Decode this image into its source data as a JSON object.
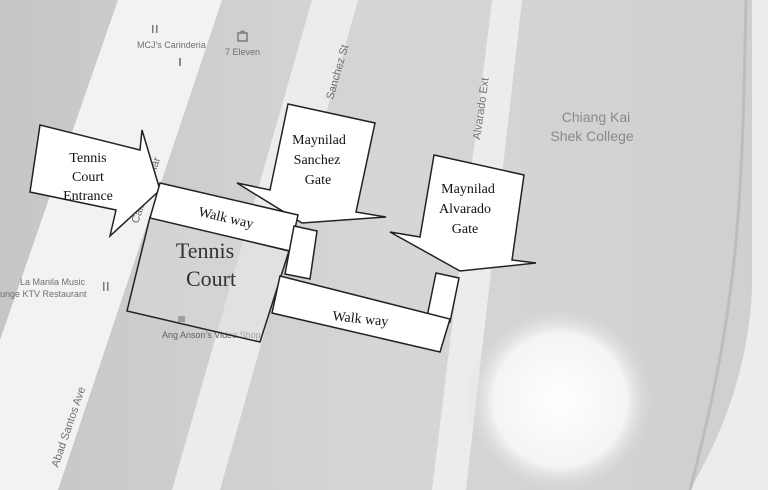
{
  "map": {
    "streets": {
      "abad_santos": "Abad Santos Ave",
      "calle_palomar": "Calle Palomar",
      "sanchez": "Sanchez St",
      "alvarado": "Alvarado Ext"
    },
    "places": {
      "mcj": "MCJ's Carinderia",
      "seven_eleven": "7 Eleven",
      "chiang_line1": "Chiang Kai",
      "chiang_line2": "Shek College",
      "la_manila_line1": "La Manila Music",
      "la_manila_line2": "unge KTV Restaurant",
      "ang_anson": "Ang Anson's Video Shop"
    }
  },
  "overlay": {
    "entrance": {
      "line1": "Tennis",
      "line2": "Court",
      "line3": "Entrance"
    },
    "sanchez_gate": {
      "line1": "Maynilad",
      "line2": "Sanchez",
      "line3": "Gate"
    },
    "alvarado_gate": {
      "line1": "Maynilad",
      "line2": "Alvarado",
      "line3": "Gate"
    },
    "walkway_top": "Walk way",
    "walkway_bottom": "Walk way",
    "court": {
      "line1": "Tennis",
      "line2": "Court"
    }
  },
  "colors": {
    "background": "#d4d4d4",
    "road": "#f2f2f2",
    "label": "#6f6f6f",
    "annotation": "#111111"
  }
}
